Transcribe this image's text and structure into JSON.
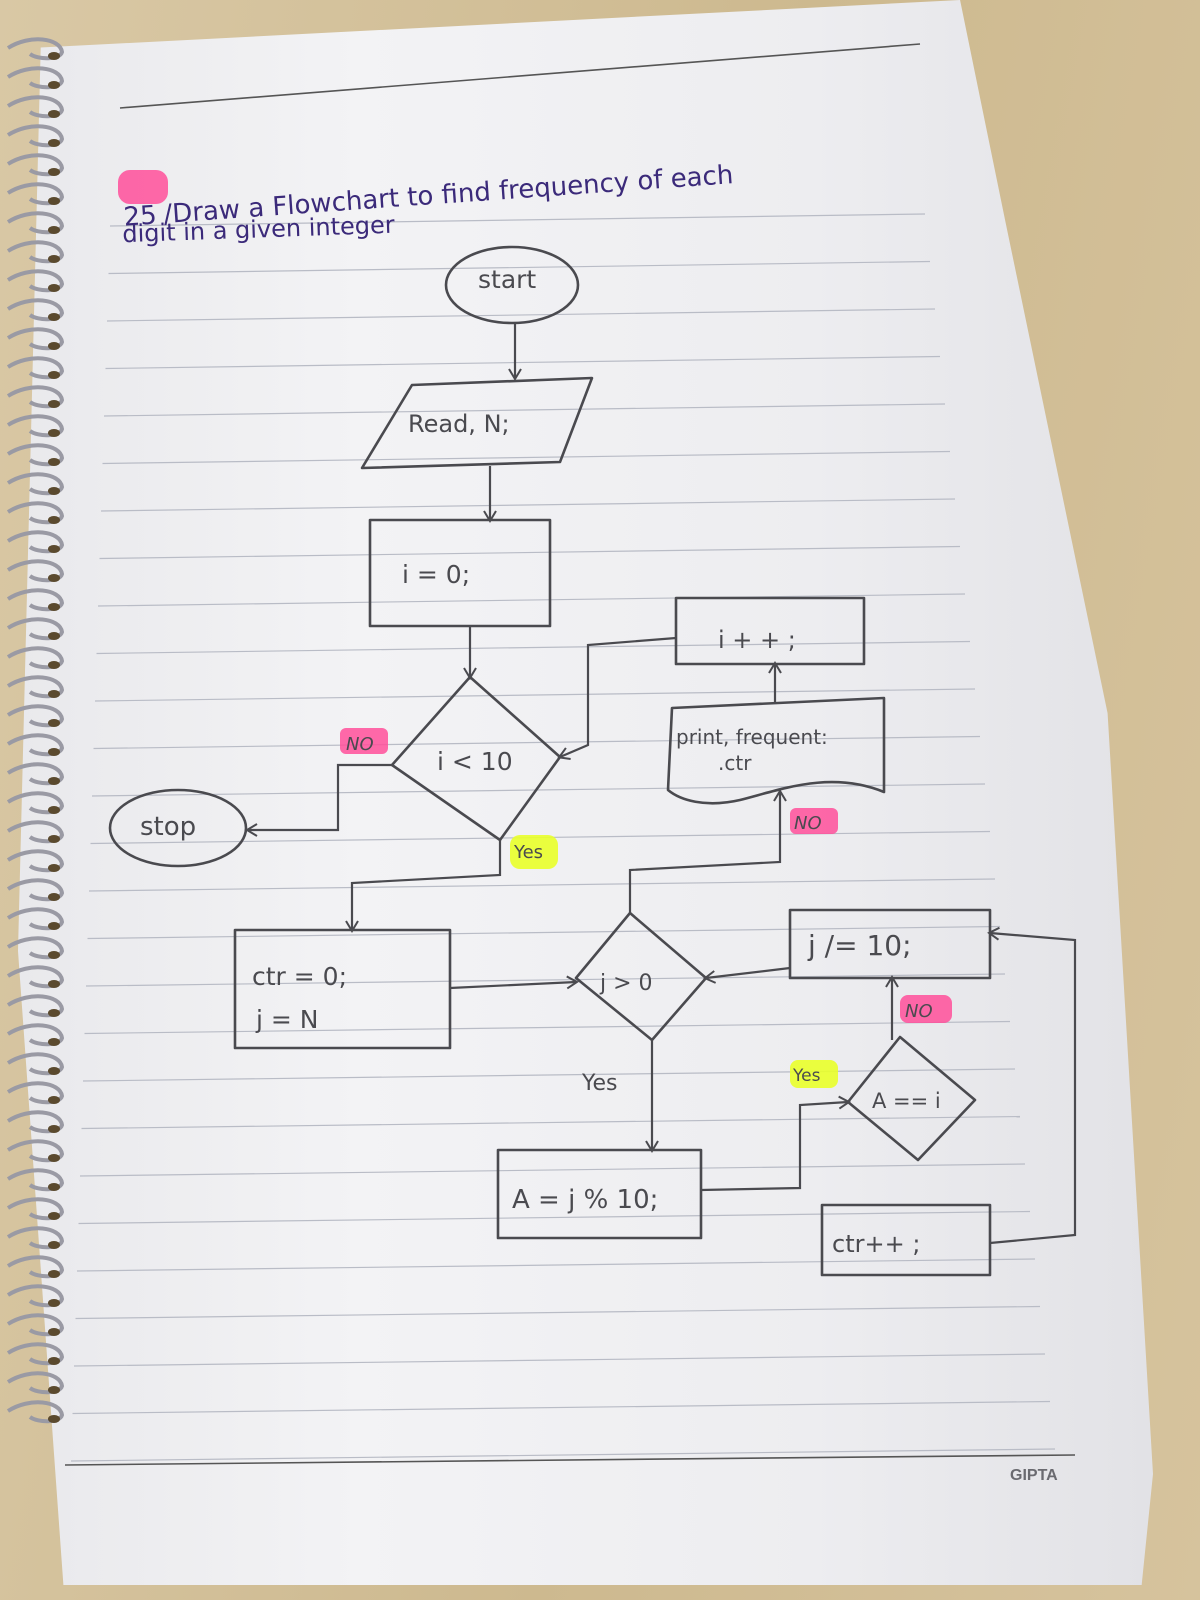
{
  "title": {
    "number": "25",
    "line1": "/Draw a Flowchart to find frequency of each",
    "line2": "digit in a given integer"
  },
  "nodes": {
    "start": "start",
    "read": "Read, N;",
    "init_i": "i = 0;",
    "cond_i": "i < 10",
    "stop": "stop",
    "init_ctr_line1": "ctr = 0;",
    "init_ctr_line2": "j = N",
    "cond_j": "j > 0",
    "mod": "A = j % 10;",
    "cond_a": "A == i",
    "ctr_inc": "ctr++ ;",
    "div": "j /= 10;",
    "print_line1": "print, frequent:",
    "print_line2": ".ctr",
    "i_inc": "i + + ;"
  },
  "edge_labels": {
    "no_i": "NO",
    "yes_i": "Yes",
    "yes_j": "Yes",
    "no_j": "NO",
    "yes_a": "Yes",
    "no_a": "NO"
  },
  "brand": "GIPTA",
  "colors": {
    "highlight_pink": "#ff4f9a",
    "highlight_yellow": "#e9ff2a",
    "pencil": "#4a4a4f",
    "title_ink": "#3b2a7a"
  }
}
